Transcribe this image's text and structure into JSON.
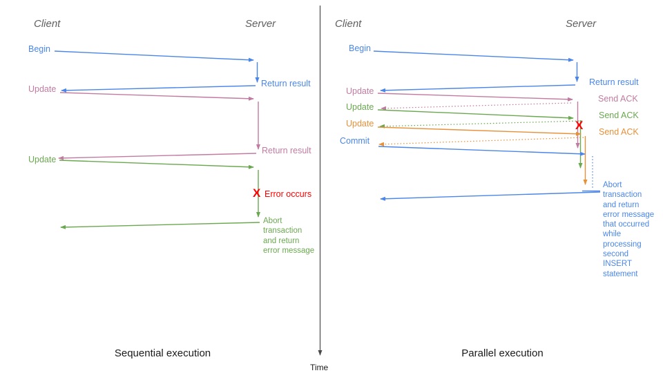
{
  "colors": {
    "blue": "#4a86e8",
    "pink": "#c27ba0",
    "green": "#6aa84f",
    "orange": "#e69138",
    "red": "#ff0000",
    "header_gray": "#5f5f5f",
    "axis_gray": "#4a4a4a"
  },
  "time_axis": {
    "label": "Time"
  },
  "sequential": {
    "title": "Sequential execution",
    "client_header": "Client",
    "server_header": "Server",
    "begin": "Begin",
    "return_result_1": "Return result",
    "update_1": "Update",
    "return_result_2": "Return result",
    "update_2": "Update",
    "error_mark": "X",
    "error_label": "Error occurs",
    "abort_note": "Abort\ntransaction\nand return\nerror message"
  },
  "parallel": {
    "title": "Parallel execution",
    "client_header": "Client",
    "server_header": "Server",
    "begin": "Begin",
    "return_result": "Return result",
    "update_1": "Update",
    "send_ack_1": "Send ACK",
    "update_2": "Update",
    "send_ack_2": "Send ACK",
    "update_3": "Update",
    "send_ack_3": "Send ACK",
    "commit": "Commit",
    "error_mark": "X",
    "abort_note": "Abort\ntransaction\nand return\nerror message\nthat occurred\nwhile\nprocessing\nsecond\nINSERT\nstatement"
  }
}
